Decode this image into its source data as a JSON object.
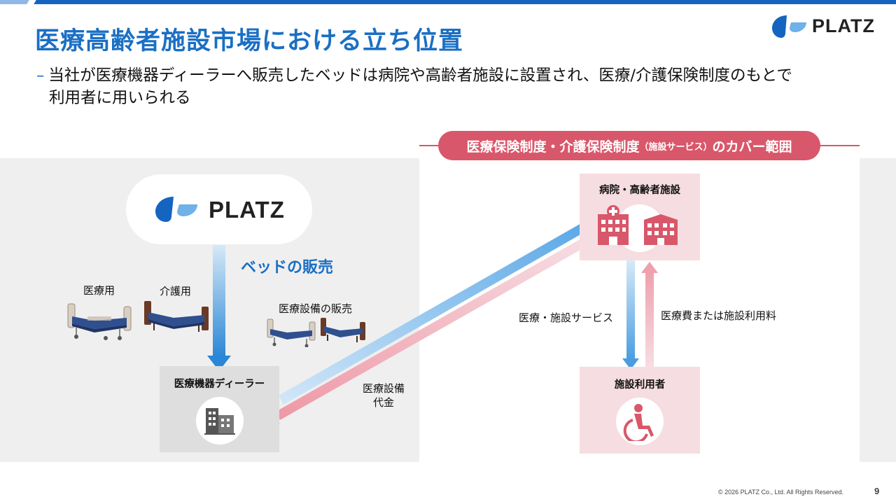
{
  "slide": {
    "title": "医療高齢者施設市場における立ち位置",
    "bullet_dash": "–",
    "bullet_line1": "当社が医療機器ディーラーへ販売したベッドは病院や高齢者施設に設置され、医療/介護保険制度のもとで",
    "bullet_line2": "利用者に用いられる",
    "page_number": "9",
    "copyright": "© 2026 PLATZ Co., Ltd. All Rights Reserved."
  },
  "brand": {
    "name": "PLATZ",
    "primary_color": "#1565c0",
    "title_color": "#1a6fc4",
    "accent_pink": "#d9576a"
  },
  "diagram": {
    "coverage_label_main": "医療保険制度・介護保険制度",
    "coverage_label_small": "（施設サービス）",
    "coverage_label_tail": "のカバー範囲",
    "platz_logo_text": "PLATZ",
    "bed_sale_label": "ベッドの販売",
    "bed_medical_label": "医療用",
    "bed_care_label": "介護用",
    "equipment_sale_label": "医療設備の販売",
    "equipment_payment_line1": "医療設備",
    "equipment_payment_line2": "代金",
    "dealer_label": "医療機器ディーラー",
    "hospital_label": "病院・高齢者施設",
    "service_label": "医療・施設サービス",
    "fee_label": "医療費または施設利用料",
    "user_label": "施設利用者",
    "icons": [
      "platz-logo-icon",
      "medical-bed-icon",
      "care-bed-icon",
      "office-building-icon",
      "hospital-icon",
      "facility-building-icon",
      "wheelchair-icon"
    ]
  }
}
